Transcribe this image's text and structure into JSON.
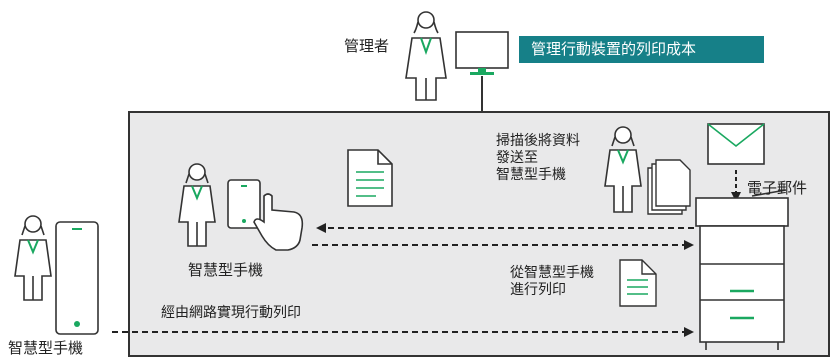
{
  "admin": {
    "label": "管理者",
    "banner": "管理行動裝置的列印成本"
  },
  "scan_label": [
    "掃描後將資料",
    "發送至",
    "智慧型手機"
  ],
  "email_label": "電子郵件",
  "inner_phone_label": "智慧型手機",
  "print_from_phone_label": [
    "從智慧型手機",
    "進行列印"
  ],
  "network_label": "經由網路實現行動列印",
  "outer_phone_label": "智慧型手機",
  "colors": {
    "accent": "#168088",
    "green": "#1aa860",
    "panel": "#e9e9ea",
    "line": "#333333"
  }
}
